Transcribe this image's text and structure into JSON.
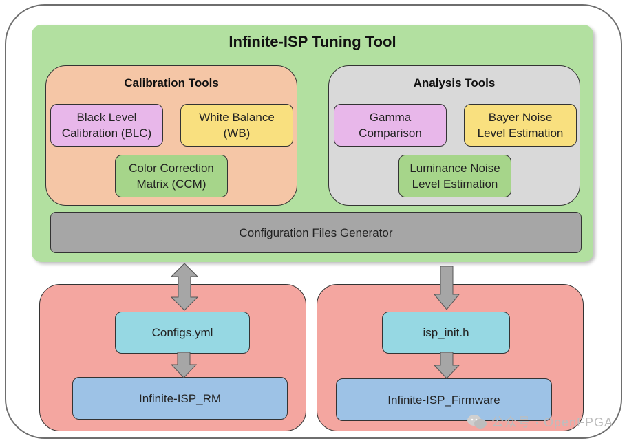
{
  "title": "Infinite-ISP Tuning Tool",
  "calibration": {
    "title": "Calibration Tools",
    "blc": "Black Level\nCalibration (BLC)",
    "wb": "White Balance\n(WB)",
    "ccm": "Color Correction\nMatrix (CCM)"
  },
  "analysis": {
    "title": "Analysis Tools",
    "gamma": "Gamma\nComparison",
    "bayer": "Bayer Noise\nLevel Estimation",
    "luminance": "Luminance Noise\nLevel Estimation"
  },
  "generator": "Configuration Files Generator",
  "left_panel": {
    "configs": "Configs.yml",
    "rm": "Infinite-ISP_RM"
  },
  "right_panel": {
    "init": "isp_init.h",
    "firmware": "Infinite-ISP_Firmware"
  },
  "watermark": "公众号 · OpenFPGA",
  "colors": {
    "tuning_bg": "#b2e0a0",
    "calibration_bg": "#f5c6a6",
    "analysis_bg": "#d9d9d9",
    "panel_bg": "#f4a6a0",
    "arrow": "#a6a6a6"
  }
}
